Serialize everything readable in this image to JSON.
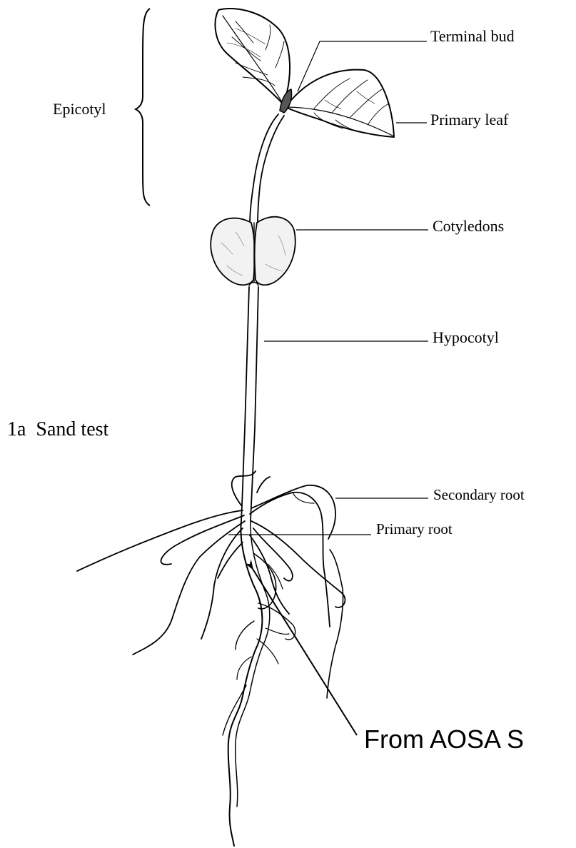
{
  "labels": {
    "epicotyl": "Epicotyl",
    "terminal_bud": "Terminal bud",
    "primary_leaf": "Primary leaf",
    "cotyledons": "Cotyledons",
    "hypocotyl": "Hypocotyl",
    "sand_test": "1a  Sand test",
    "secondary_root": "Secondary root",
    "primary_root": "Primary root",
    "source": "From AOSA S"
  }
}
